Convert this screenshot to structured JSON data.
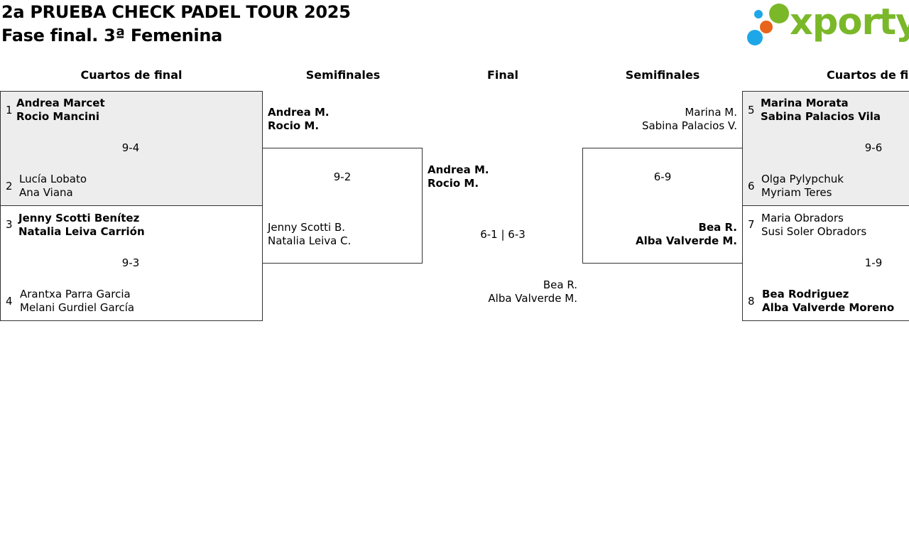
{
  "header": {
    "title": "2a PRUEBA CHECK PADEL TOUR 2025",
    "subtitle": "Fase final. 3ª Femenina",
    "logo_text": "xporty"
  },
  "colors": {
    "logo_green": "#7ab829",
    "logo_blue": "#1ea7e8",
    "logo_orange": "#e8641b",
    "match_shade": "#ededed"
  },
  "rounds": {
    "quarters_left": "Cuartos de final",
    "semis_left": "Semifinales",
    "final": "Final",
    "semis_right": "Semifinales",
    "quarters_right": "Cuartos de final"
  },
  "quarterfinals": [
    {
      "top": {
        "seed": "1",
        "players": [
          "Andrea Marcet",
          "Rocio Mancini"
        ]
      },
      "bottom": {
        "seed": "2",
        "players": [
          "Lucía Lobato",
          "Ana Viana"
        ]
      },
      "score": "9-4"
    },
    {
      "top": {
        "seed": "3",
        "players": [
          "Jenny Scotti Benítez",
          "Natalia Leiva Carrión"
        ]
      },
      "bottom": {
        "seed": "4",
        "players": [
          "Arantxa Parra Garcia",
          "Melani Gurdiel García"
        ]
      },
      "score": "9-3"
    },
    {
      "top": {
        "seed": "5",
        "players": [
          "Marina Morata",
          "Sabina Palacios Vila"
        ]
      },
      "bottom": {
        "seed": "6",
        "players": [
          "Olga Pylypchuk",
          "Myriam Teres"
        ]
      },
      "score": "9-6"
    },
    {
      "top": {
        "seed": "7",
        "players": [
          "Maria Obradors",
          "Susi Soler Obradors"
        ]
      },
      "bottom": {
        "seed": "8",
        "players": [
          "Bea Rodriguez",
          "Alba Valverde Moreno"
        ]
      },
      "score": "1-9"
    }
  ],
  "semifinals": [
    {
      "top": {
        "players": [
          "Andrea M.",
          "Rocio M."
        ]
      },
      "bottom": {
        "players": [
          "Jenny Scotti B.",
          "Natalia Leiva C."
        ]
      },
      "score": "9-2"
    },
    {
      "top": {
        "players": [
          "Marina M.",
          "Sabina Palacios V."
        ]
      },
      "bottom": {
        "players": [
          "Bea R.",
          "Alba Valverde M."
        ]
      },
      "score": "6-9"
    }
  ],
  "final": {
    "top": {
      "players": [
        "Andrea M.",
        "Rocio M."
      ]
    },
    "bottom": {
      "players": [
        "Bea R.",
        "Alba Valverde M."
      ]
    },
    "score": "6-1 | 6-3"
  }
}
